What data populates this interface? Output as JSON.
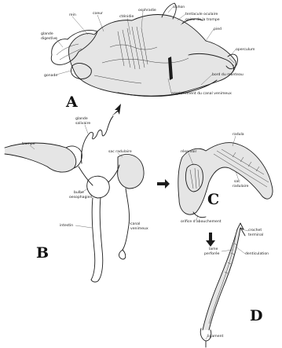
{
  "panels": {
    "A": {
      "letter": "A",
      "labels": {
        "rein": "rein",
        "coeur": "coeur",
        "osphradie": "osphradie",
        "siphon": "siphon",
        "ctenidie": "cténidie",
        "tentacule": "tentacule oculaire",
        "gaine": "gaine de la trompe",
        "pied": "pied",
        "glande": "glande",
        "digestive": "digestive",
        "operculum": "operculum",
        "gonade": "gonade",
        "bord": "bord du manteau",
        "emplacement": "emplacement du canal venimeux"
      }
    },
    "B": {
      "letter": "B",
      "labels": {
        "glande_salivaire_1": "glande",
        "glande_salivaire_2": "salivaire",
        "trompe": "trompe",
        "sac_radulaire": "sac  radulaire",
        "bulbe_1": "bulbe",
        "bulbe_2": "oesophagien",
        "intestin": "intestin",
        "canal_1": "canal",
        "canal_2": "venimeux"
      }
    },
    "C": {
      "letter": "C",
      "labels": {
        "radula": "radula",
        "reservoir": "réservoir",
        "sac_1": "sac",
        "sac_2": "radulaire",
        "orifice": "orifice d'abouchement"
      }
    },
    "D": {
      "letter": "D",
      "labels": {
        "crochet_1": "crochet",
        "crochet_2": "terminal",
        "lame_1": "lame",
        "lame_2": "perforée",
        "denticulation": "denticulation",
        "ligament": "ligament"
      }
    }
  }
}
